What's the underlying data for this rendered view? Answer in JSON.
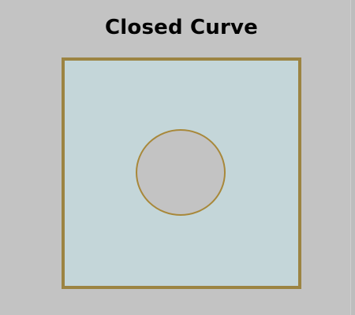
{
  "title": "Closed Curve",
  "colors": {
    "background": "#c3c3c3",
    "region_fill": "#c4d6d9",
    "square_stroke": "#9c8442",
    "circle_stroke": "#a8883a",
    "circle_fill": "#c3c3c3"
  },
  "shapes": {
    "outer": "square",
    "inner": "circle"
  }
}
